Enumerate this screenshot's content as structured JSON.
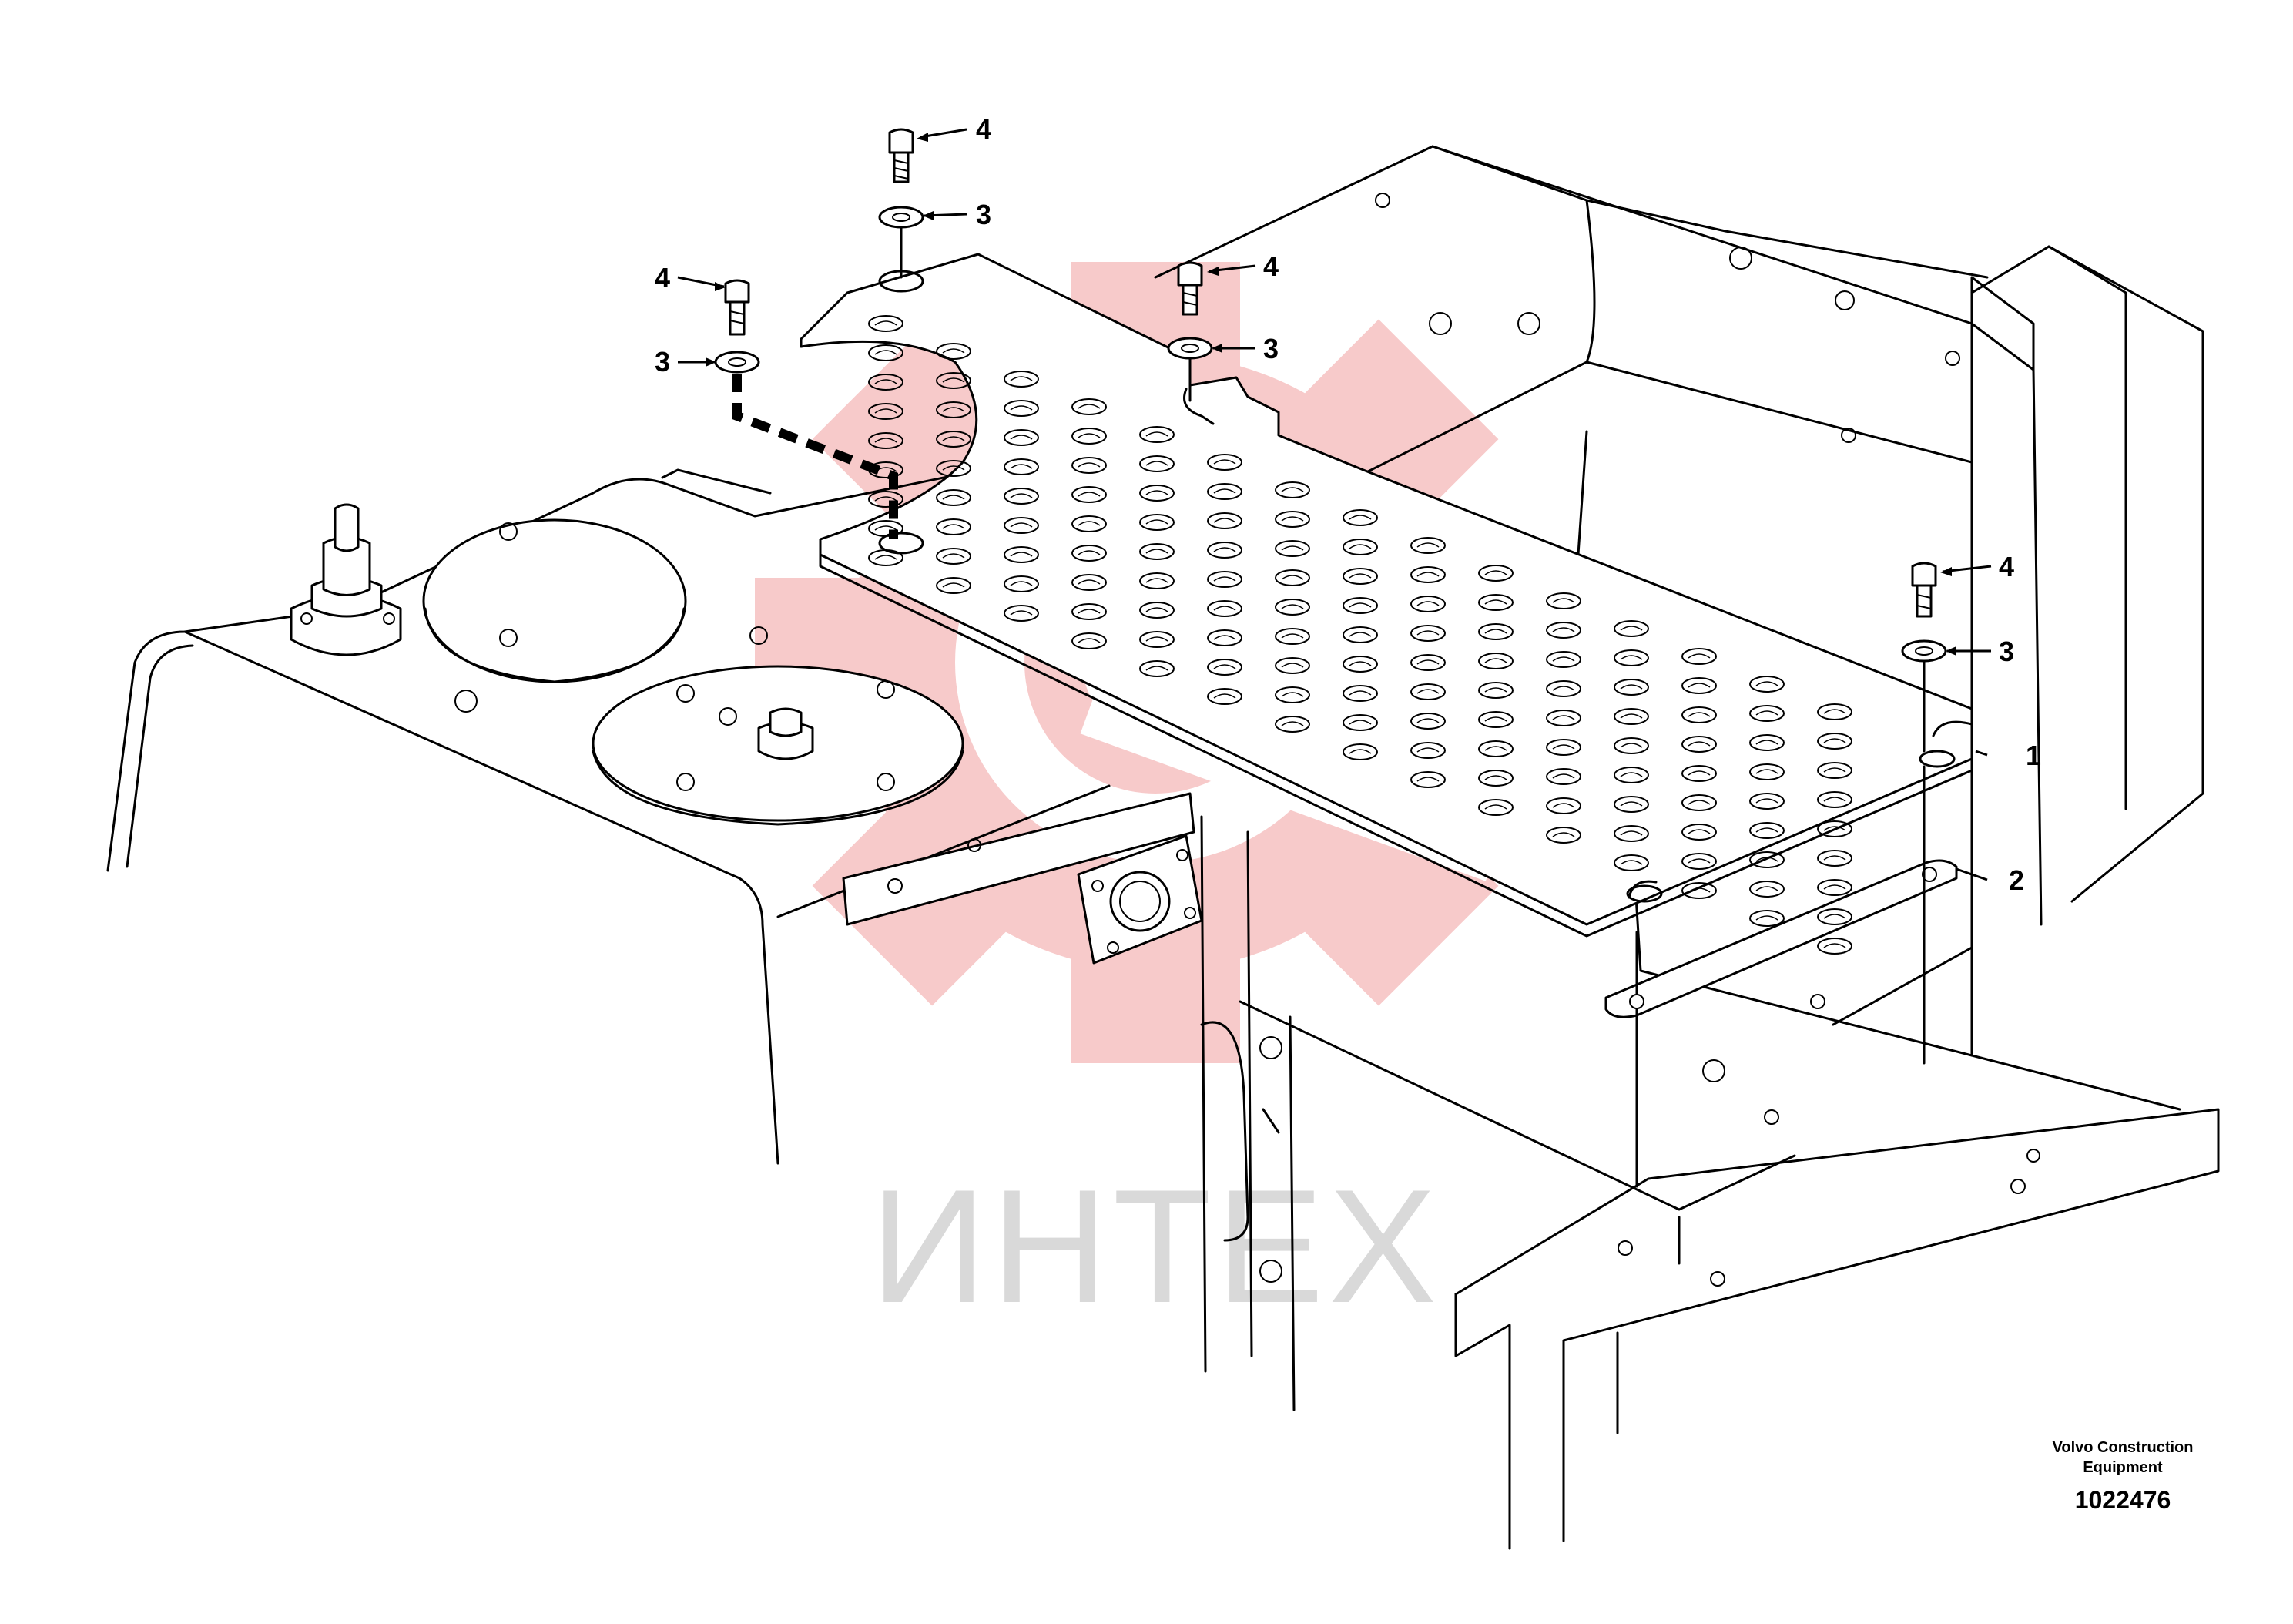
{
  "callouts": [
    {
      "id": "bolt-top-left",
      "label": "4"
    },
    {
      "id": "washer-top-left",
      "label": "3"
    },
    {
      "id": "bolt-top-center",
      "label": "4"
    },
    {
      "id": "washer-top-center",
      "label": "3"
    },
    {
      "id": "bolt-top-right",
      "label": "4"
    },
    {
      "id": "washer-top-right",
      "label": "3"
    },
    {
      "id": "bolt-right",
      "label": "4"
    },
    {
      "id": "washer-right",
      "label": "3"
    },
    {
      "id": "plate",
      "label": "1"
    },
    {
      "id": "spacer",
      "label": "2"
    }
  ],
  "footer": {
    "company_line1": "Volvo Construction",
    "company_line2": "Equipment",
    "part_number": "1022476"
  },
  "watermark": {
    "text": "ИНТЕХ",
    "gear_color": "#f7c4c4",
    "text_color": "#d9d9d9"
  }
}
